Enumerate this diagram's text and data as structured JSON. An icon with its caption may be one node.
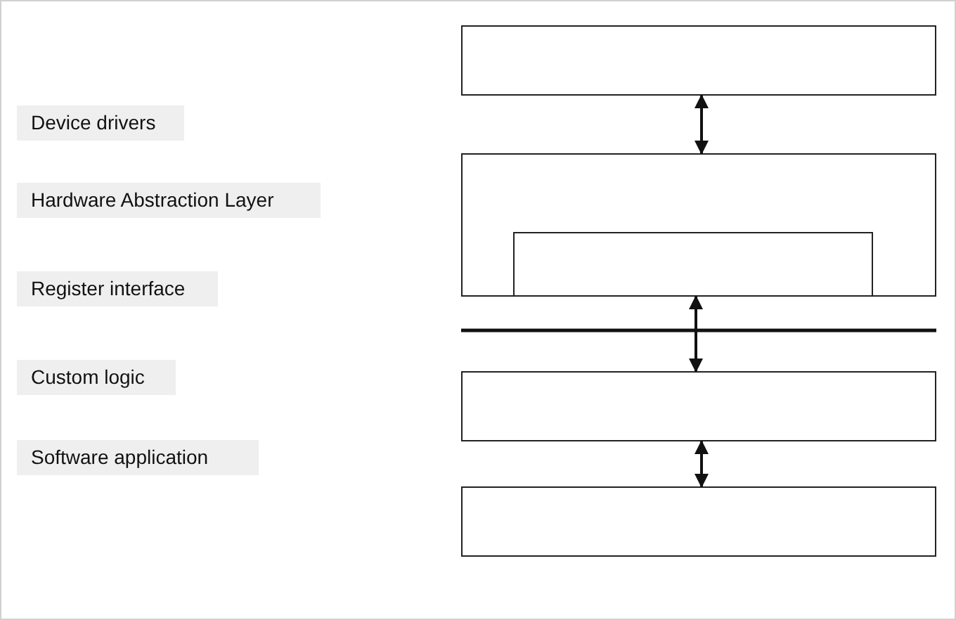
{
  "diagram": {
    "nodes": [
      {
        "text": [],
        "shape": "box"
      },
      {
        "text": [],
        "shape": "box"
      },
      {
        "text": [],
        "shape": "box",
        "in": 1
      },
      {
        "text": [],
        "shape": "box"
      },
      {
        "text": [],
        "shape": "box"
      },
      {
        "text": [
          "Device drivers"
        ]
      },
      {
        "text": [
          "Hardware Abstraction Layer"
        ]
      },
      {
        "text": [
          "Register interface"
        ]
      },
      {
        "text": [
          "Custom logic"
        ]
      },
      {
        "text": [
          "Software application"
        ]
      }
    ],
    "edges": [
      {
        "from": 0,
        "to": 1,
        "arrow": "both"
      },
      {
        "from": 2,
        "to": 3,
        "arrow": "both"
      },
      {
        "from": 3,
        "to": 4,
        "arrow": "both"
      }
    ]
  }
}
